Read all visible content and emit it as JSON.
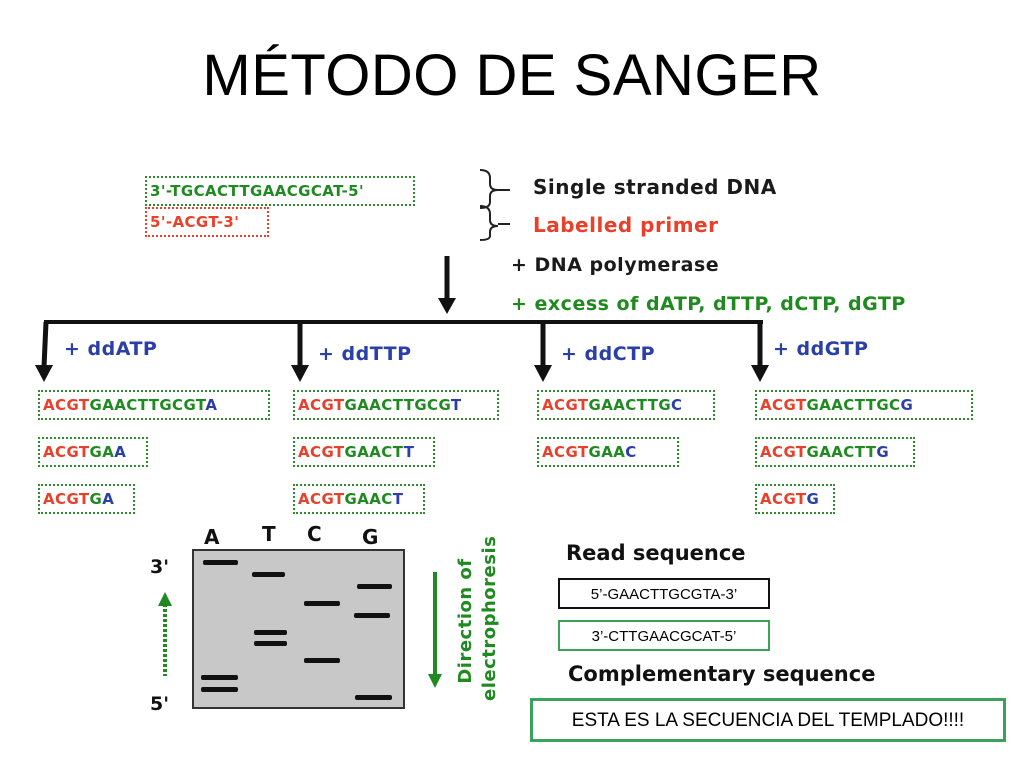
{
  "title": "MÉTODO DE SANGER",
  "colors": {
    "dna": "#1f8a1f",
    "primer": "#e8402a",
    "dd": "#2b3fa8",
    "gel": "#c8c8c8",
    "arrow": "#1a1a1a"
  },
  "top": {
    "ssdna": "3'-TGCACTTGAACGCAT-5'",
    "primer": "5'-ACGT-3'",
    "label_ssdna": "Single stranded DNA",
    "label_primer": "Labelled primer",
    "label_polymerase": "+ DNA polymerase",
    "label_excess": "+ excess of dATP, dTTP, dCTP, dGTP"
  },
  "lanes": [
    {
      "label": "+ ddATP",
      "fragments": [
        "ACGTGAACTTGCGTA",
        "ACGTGAA",
        "ACGTGA"
      ]
    },
    {
      "label": "+ ddTTP",
      "fragments": [
        "ACGTGAACTTGCGT",
        "ACGTGAACTT",
        "ACGTGAACT"
      ]
    },
    {
      "label": "+ ddCTP",
      "fragments": [
        "ACGTGAACTTGC",
        "ACGTGAAC"
      ]
    },
    {
      "label": "+ ddGTP",
      "fragments": [
        "ACGTGAACTTGCG",
        "ACGTGAACTTG",
        "ACGTG"
      ]
    }
  ],
  "gel": {
    "lanes": [
      "A",
      "T",
      "C",
      "G"
    ],
    "end_top": "3'",
    "end_bottom": "5'",
    "direction_line1": "Direction of",
    "direction_line2": "electrophoresis"
  },
  "read": {
    "label_read": "Read sequence",
    "seq_read": "5’-GAACTTGCGTA-3’",
    "seq_complement": "3’-CTTGAACGCAT-5’",
    "label_complement": "Complementary sequence",
    "note": "ESTA ES LA SECUENCIA DEL TEMPLADO!!!!"
  }
}
